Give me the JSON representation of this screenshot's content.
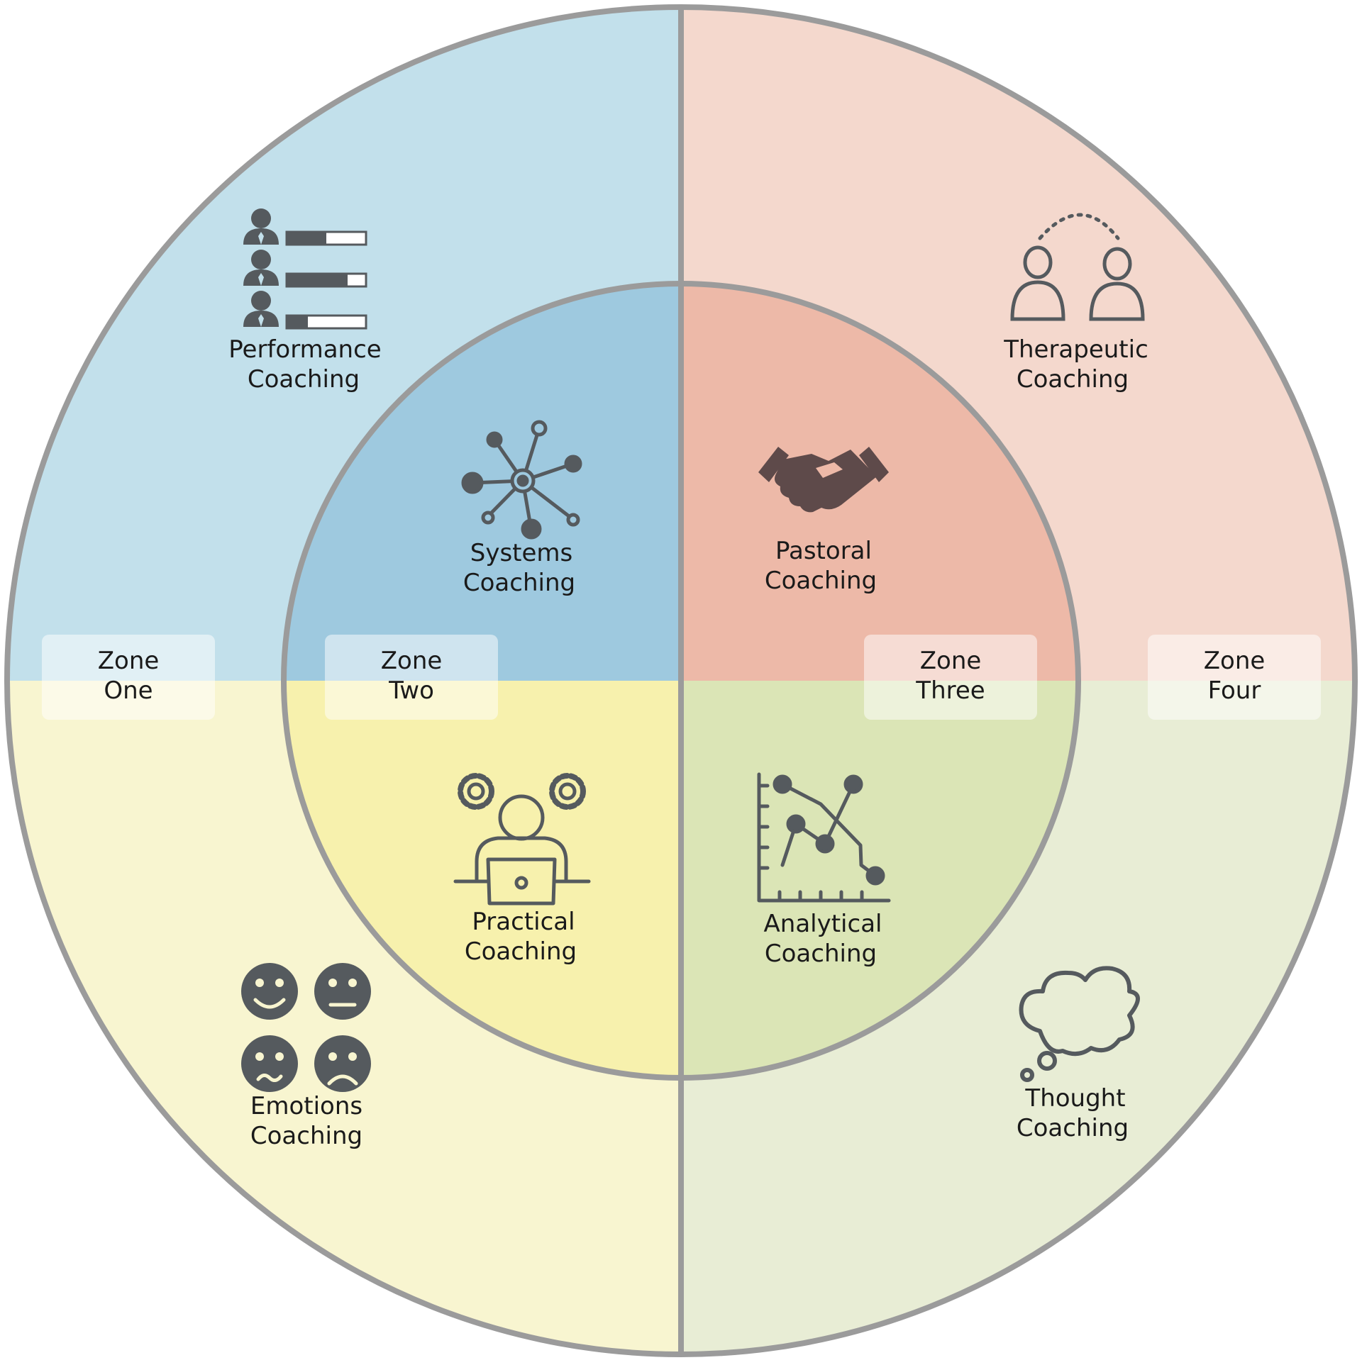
{
  "colors": {
    "outer_blue": "#c2e0eb",
    "outer_pink": "#f4d8cd",
    "outer_yellow": "#f8f5d0",
    "outer_green": "#e8edd5",
    "inner_blue": "#9ec9df",
    "inner_pink": "#edb9a8",
    "inner_yellow": "#f7f1ad",
    "inner_green": "#dbe5b6",
    "stroke": "#9b9b9b",
    "icon": "#555a5e",
    "icon_pastoral": "#5e4a4a"
  },
  "quadrants": [
    {
      "key": "performance",
      "icon": "people-rating-icon",
      "line1": "Performance",
      "line2": "Coaching"
    },
    {
      "key": "therapeutic",
      "icon": "two-people-connected-icon",
      "line1": "Therapeutic",
      "line2": "Coaching"
    },
    {
      "key": "systems",
      "icon": "network-node-icon",
      "line1": "Systems",
      "line2": "Coaching"
    },
    {
      "key": "pastoral",
      "icon": "handshake-icon",
      "line1": "Pastoral",
      "line2": "Coaching"
    },
    {
      "key": "practical",
      "icon": "person-laptop-gears-icon",
      "line1": "Practical",
      "line2": "Coaching"
    },
    {
      "key": "analytical",
      "icon": "line-chart-icon",
      "line1": "Analytical",
      "line2": "Coaching"
    },
    {
      "key": "emotions",
      "icon": "emotion-faces-icon",
      "line1": "Emotions",
      "line2": "Coaching"
    },
    {
      "key": "thought",
      "icon": "thought-cloud-icon",
      "line1": "Thought",
      "line2": "Coaching"
    }
  ],
  "zones": [
    {
      "line1": "Zone",
      "line2": "One"
    },
    {
      "line1": "Zone",
      "line2": "Two"
    },
    {
      "line1": "Zone",
      "line2": "Three"
    },
    {
      "line1": "Zone",
      "line2": "Four"
    }
  ]
}
